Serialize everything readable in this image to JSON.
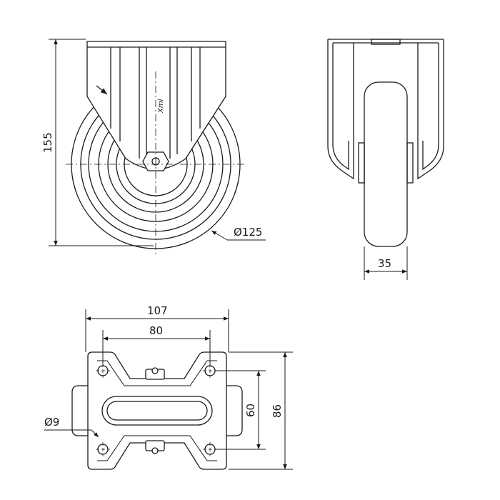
{
  "drawing": {
    "brand_mark": "Xmi",
    "side_view": {
      "height_label": "155",
      "wheel_diameter_label": "Ø125"
    },
    "front_view": {
      "wheel_width_label": "35"
    },
    "plate_view": {
      "overall_width_label": "107",
      "hole_spacing_x_label": "80",
      "hole_spacing_y_label": "60",
      "overall_length_label": "86",
      "hole_diameter_label": "Ø9"
    },
    "colors": {
      "line": "#1a1a1a",
      "background": "#ffffff"
    }
  }
}
